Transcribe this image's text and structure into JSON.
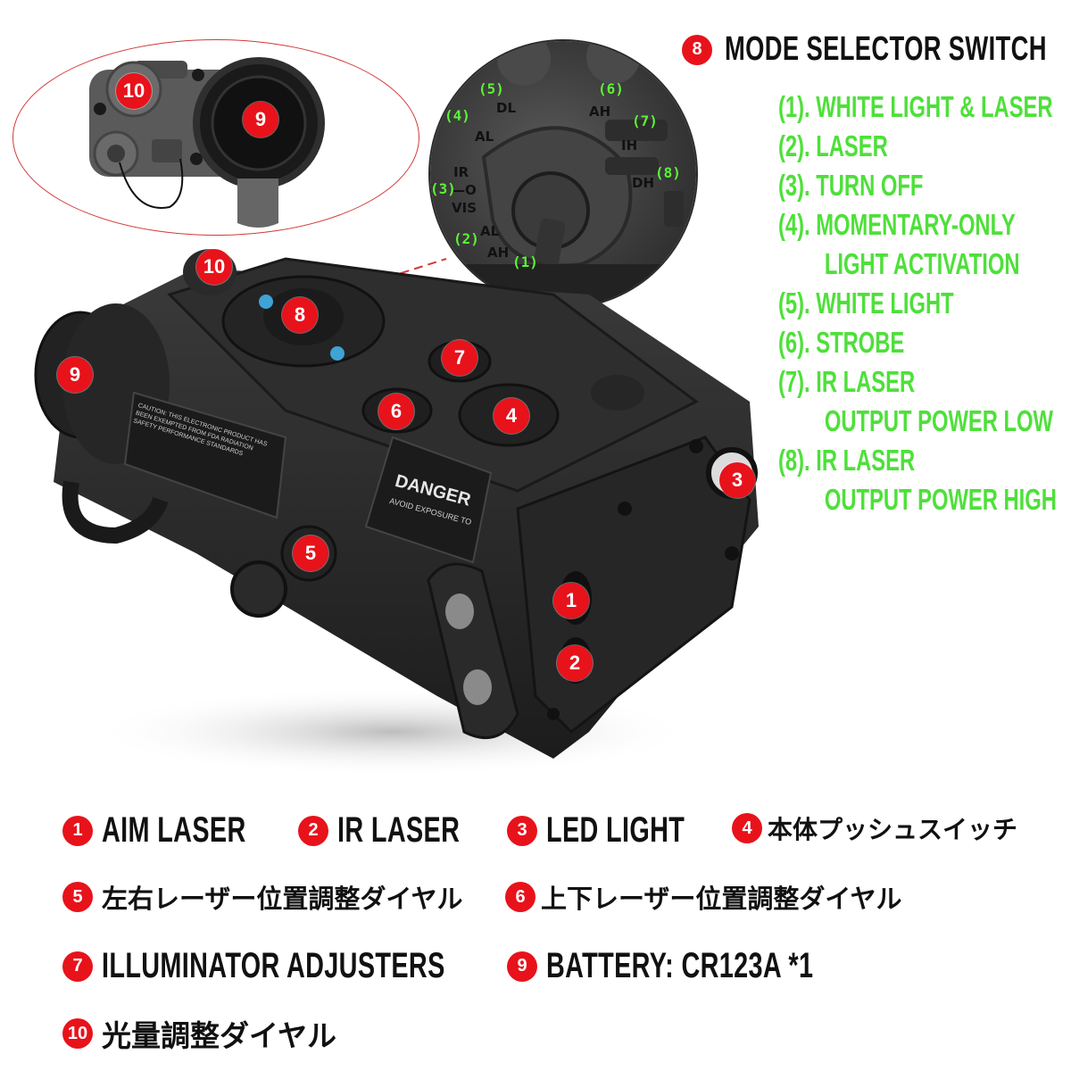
{
  "mode_selector": {
    "marker": "8",
    "title": "MODE SELECTOR SWITCH",
    "modes": [
      {
        "num": "(1).",
        "label": "WHITE LIGHT & LASER"
      },
      {
        "num": "(2).",
        "label": "LASER"
      },
      {
        "num": "(3).",
        "label": "TURN OFF"
      },
      {
        "num": "(4).",
        "label": "MOMENTARY-ONLY",
        "cont": "LIGHT ACTIVATION"
      },
      {
        "num": "(5).",
        "label": "WHITE LIGHT"
      },
      {
        "num": "(6).",
        "label": "STROBE"
      },
      {
        "num": "(7).",
        "label": "IR LASER",
        "cont": "OUTPUT POWER LOW"
      },
      {
        "num": "(8).",
        "label": "IR LASER",
        "cont": "OUTPUT POWER HIGH"
      }
    ]
  },
  "zoom_circle": {
    "dial_glyphs": [
      "DL",
      "AL",
      "IR",
      "—O",
      "VIS",
      "AL",
      "AH",
      "AH",
      "IH",
      "DH"
    ],
    "green_labels": [
      "(5)",
      "(6)",
      "(4)",
      "(7)",
      "(3)",
      "(8)",
      "(2)",
      "(1)"
    ]
  },
  "inset": {
    "markers": [
      "10",
      "9"
    ]
  },
  "device": {
    "markers": [
      "10",
      "8",
      "7",
      "9",
      "6",
      "4",
      "3",
      "5",
      "1",
      "2"
    ],
    "labels": {
      "danger": "DANGER",
      "avoid": "AVOID EXPOSURE TO",
      "caution": "CAUTION: THIS ELECTRONIC PRODUCT HAS BEEN EXEMPTED FROM FDA RADIATION SAFETY PERFORMANCE STANDARDS"
    }
  },
  "legend": [
    {
      "marker": "1",
      "label": "AIM LASER"
    },
    {
      "marker": "2",
      "label": "IR LASER"
    },
    {
      "marker": "3",
      "label": "LED LIGHT"
    },
    {
      "marker": "4",
      "label": "本体プッシュスイッチ"
    },
    {
      "marker": "5",
      "label": "左右レーザー位置調整ダイヤル"
    },
    {
      "marker": "6",
      "label": "上下レーザー位置調整ダイヤル"
    },
    {
      "marker": "7",
      "label": "ILLUMINATOR ADJUSTERS"
    },
    {
      "marker": "9",
      "label": "BATTERY: CR123A *1"
    },
    {
      "marker": "10",
      "label": "光量調整ダイヤル"
    }
  ],
  "colors": {
    "marker_red": "#e8121b",
    "mode_green": "#4ee03a",
    "oval_outline": "#d33a3a",
    "device_body": "#2b2b2b"
  }
}
